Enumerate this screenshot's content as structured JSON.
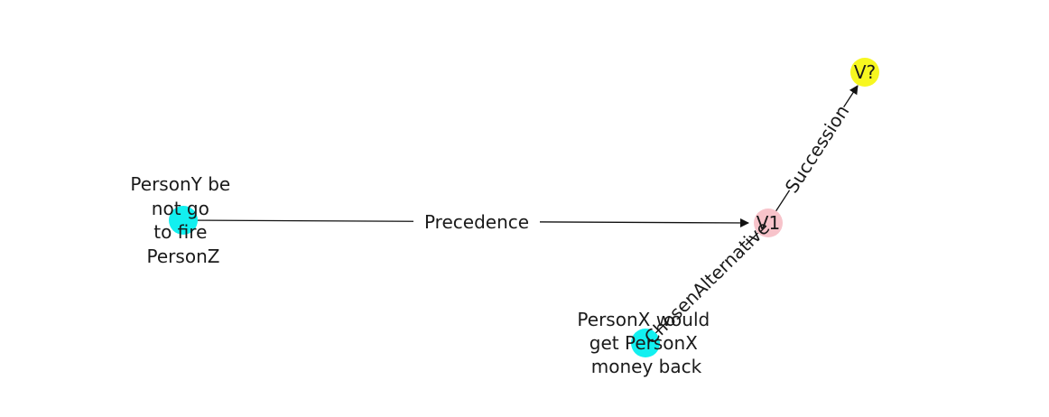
{
  "colors": {
    "cyan": "#12f0f0",
    "pink": "#f7c3ca",
    "yellow": "#f7f720",
    "edge": "#111111",
    "text": "#1a1a1a"
  },
  "nodes": {
    "persony": {
      "lines": [
        "PersonY be",
        "not go",
        "to fire",
        "PersonZ"
      ],
      "color": "#12f0f0"
    },
    "personx": {
      "lines": [
        "PersonX would",
        "get PersonX",
        "money back"
      ],
      "color": "#12f0f0"
    },
    "v1": {
      "label": "V1",
      "color": "#f7c3ca"
    },
    "vq": {
      "label": "V?",
      "color": "#f7f720"
    }
  },
  "edges": {
    "precedence": {
      "label": "Precedence"
    },
    "alternative": {
      "label": "ChosenAlternative"
    },
    "succession": {
      "label": "Succession"
    }
  }
}
